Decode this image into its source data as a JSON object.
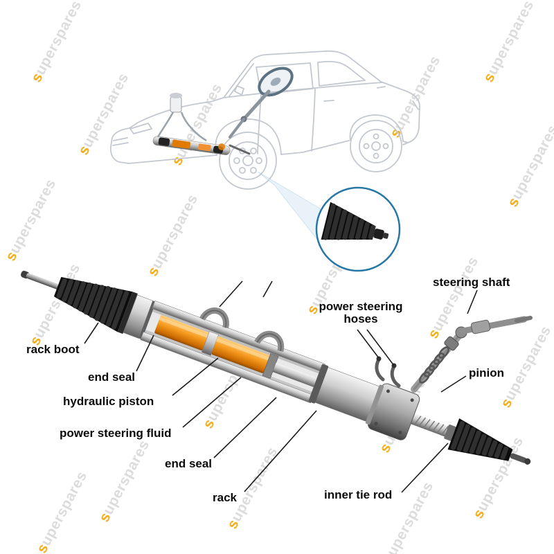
{
  "watermark": {
    "text": "superspares",
    "gray": "#dcdcdc",
    "accent": "#f5ae1c"
  },
  "colors": {
    "inset_ring_blue": "#2577a5",
    "piston_orange": "#e8820a",
    "boot_black": "#141414",
    "car_line_gray": "#c3c8d0",
    "label_text": "#0b0b0b"
  },
  "labels": {
    "rack_boot": "rack boot",
    "end_seal_left": "end seal",
    "hydraulic_piston": "hydraulic piston",
    "power_steering_fluid": "power steering fluid",
    "end_seal_right": "end seal",
    "rack": "rack",
    "power_steering_hoses": "power steering hoses",
    "steering_shaft": "steering shaft",
    "pinion": "pinion",
    "inner_tie_rod": "inner tie rod"
  }
}
